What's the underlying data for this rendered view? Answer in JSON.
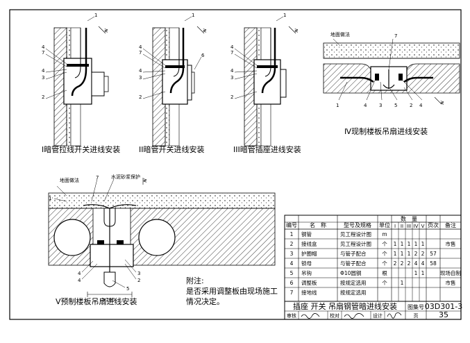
{
  "diagram": {
    "captions": {
      "fig1": "I暗管拉线开关进线安装",
      "fig2": "II暗管开关进线安装",
      "fig3": "III暗管插座进线安装",
      "fig4": "Ⅳ现制楼板吊扇进线安装",
      "fig5": "Ⅴ预制楼板吊扇进线安装"
    },
    "labels": {
      "floor_finish": "地面做法",
      "cement_mortar": "水泥砂浆保护",
      "dim_width": "≥10D"
    },
    "callouts": [
      "1",
      "2",
      "3",
      "4",
      "5",
      "6",
      "7"
    ]
  },
  "note": {
    "title": "附注:",
    "line1": "是否采用调整板由现场施工",
    "line2": "情况决定。"
  },
  "table": {
    "headers": {
      "no": "编号",
      "name": "名　称",
      "spec": "型号及规格",
      "unit": "单位",
      "qty": "数　量",
      "page": "页次",
      "remark": "备注"
    },
    "qty_cols": [
      "I",
      "II",
      "III",
      "IV",
      "V"
    ],
    "rows": [
      {
        "no": "1",
        "name": "钢管",
        "spec": "见工程设计图",
        "unit": "m",
        "q": [
          "",
          "",
          "",
          "",
          ""
        ],
        "page": "",
        "remark": ""
      },
      {
        "no": "2",
        "name": "接线盒",
        "spec": "见工程设计图",
        "unit": "个",
        "q": [
          "1",
          "1",
          "1",
          "1",
          "1"
        ],
        "page": "",
        "remark": "市售"
      },
      {
        "no": "3",
        "name": "护圈帽",
        "spec": "与管子配合",
        "unit": "个",
        "q": [
          "1",
          "1",
          "1",
          "2",
          "2"
        ],
        "page": "57",
        "remark": ""
      },
      {
        "no": "4",
        "name": "锁母",
        "spec": "与管子配合",
        "unit": "个",
        "q": [
          "2",
          "2",
          "2",
          "4",
          "4"
        ],
        "page": "58",
        "remark": ""
      },
      {
        "no": "5",
        "name": "吊钩",
        "spec": "Φ10圆钢",
        "unit": "根",
        "q": [
          "",
          "",
          "",
          "1",
          "1"
        ],
        "page": "",
        "remark": "现场自制"
      },
      {
        "no": "6",
        "name": "调整板",
        "spec": "按规定选用",
        "unit": "个",
        "q": [
          "",
          "1",
          "",
          "",
          ""
        ],
        "page": "",
        "remark": "市售"
      },
      {
        "no": "7",
        "name": "接地线",
        "spec": "按规定选用",
        "unit": "",
        "q": [
          "",
          "",
          "",
          "",
          ""
        ],
        "page": "",
        "remark": ""
      }
    ],
    "title": "插座 开关 吊扇钢管暗进线安装",
    "atlas_label": "图集号",
    "atlas_no": "03D301-3",
    "sign_row": {
      "review": "审核",
      "check": "校对",
      "design": "设计",
      "page_label": "页",
      "page_no": "35"
    }
  }
}
